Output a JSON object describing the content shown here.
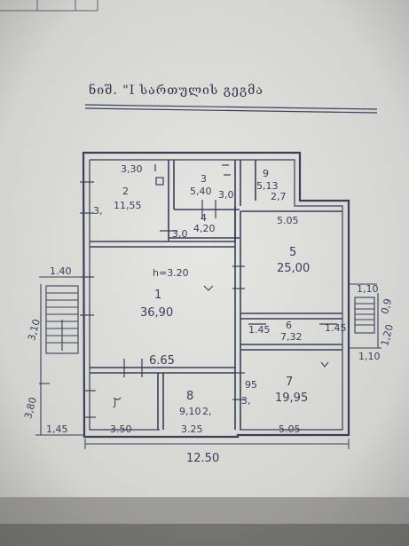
{
  "header": {
    "title": "ნიშ. \"I სართულის გეგმა"
  },
  "rooms": [
    {
      "id": "1",
      "area": "36,90",
      "height": "h=3.20"
    },
    {
      "id": "2",
      "area": "11,55"
    },
    {
      "id": "3",
      "area": "5,40"
    },
    {
      "id": "4",
      "area": "4,20"
    },
    {
      "id": "5",
      "area": "25,00"
    },
    {
      "id": "6",
      "area": "7,32"
    },
    {
      "id": "7",
      "area": "19,95"
    },
    {
      "id": "8",
      "area": "9,10"
    },
    {
      "id": "9",
      "area": "5,13"
    },
    {
      "id": "J",
      "area": ""
    }
  ],
  "dimensions": {
    "top_left": "3,30",
    "room2_side": "3,",
    "r3_side": "3,0",
    "r4_left": "3,0",
    "r9_side": "2,7",
    "r5_width": "5.05",
    "r6_left": "1.45",
    "r6_right": "1.45",
    "r7_bottom": "5.05",
    "r7_side": "3,",
    "r7_side2": "95",
    "room1_width": "6.65",
    "bottom_left": "3.50",
    "room8_width": "3.25",
    "room8_side": "2,",
    "overall_width": "12.50",
    "stair_width": "1.40",
    "left_height": "3,10",
    "left_bottom": "3,80",
    "corner_bottom": "1,45",
    "right_step": "1,10",
    "right_height": "1,20",
    "right_step2": "1,10",
    "right_small": "0,9"
  }
}
